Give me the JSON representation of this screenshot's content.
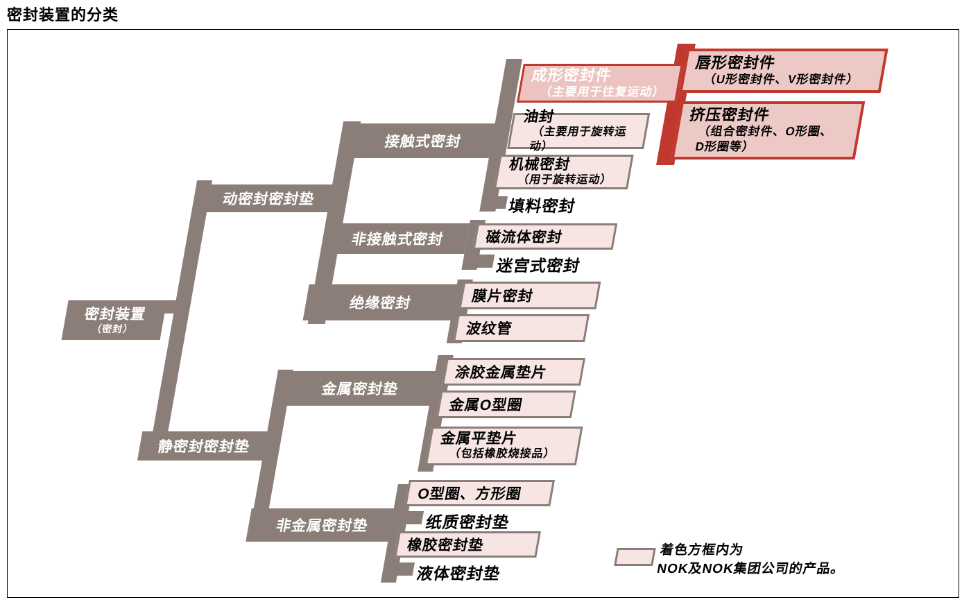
{
  "title": "密封装置的分类",
  "colors": {
    "bar_gray": "#8b7e79",
    "pink_light": "#f6e5e2",
    "pink_medium": "#ecc3c1",
    "accent_red": "#c1382f"
  },
  "tree": {
    "root": {
      "label": "密封装置",
      "sub": "（密封）"
    },
    "dynamic": {
      "label": "动密封密封垫"
    },
    "static": {
      "label": "静密封密封垫"
    },
    "contact": {
      "label": "接触式密封"
    },
    "noncontact": {
      "label": "非接触式密封"
    },
    "insulation": {
      "label": "绝缘密封"
    },
    "metal": {
      "label": "金属密封垫"
    },
    "nonmetal": {
      "label": "非金属密封垫"
    },
    "formed": {
      "label": "成形密封件",
      "sub": "（主要用于往复运动）"
    },
    "lip": {
      "label": "唇形密封件",
      "sub": "（U形密封件、V形密封件）"
    },
    "squeeze": {
      "label": "挤压密封件",
      "sub": "（组合密封件、O形圈、\nD形圈等）"
    },
    "oil_seal": {
      "label": "油封",
      "sub": "（主要用于旋转运动）"
    },
    "mechanical": {
      "label": "机械密封",
      "sub": "（用于旋转运动）"
    },
    "packing": {
      "label": "填料密封"
    },
    "magnetic_fluid": {
      "label": "磁流体密封"
    },
    "labyrinth": {
      "label": "迷宫式密封"
    },
    "diaphragm": {
      "label": "膜片密封"
    },
    "bellows": {
      "label": "波纹管"
    },
    "coated_metal": {
      "label": "涂胶金属垫片"
    },
    "metal_o_ring": {
      "label": "金属O型圈"
    },
    "metal_flat": {
      "label": "金属平垫片",
      "sub": "（包括橡胶烧接品）"
    },
    "o_ring_square": {
      "label": "O型圈、方形圈"
    },
    "paper": {
      "label": "纸质密封垫"
    },
    "rubber": {
      "label": "橡胶密封垫"
    },
    "liquid": {
      "label": "液体密封垫"
    }
  },
  "legend": {
    "text": "着色方框内为\nNOK及NOK集团公司的产品。"
  }
}
